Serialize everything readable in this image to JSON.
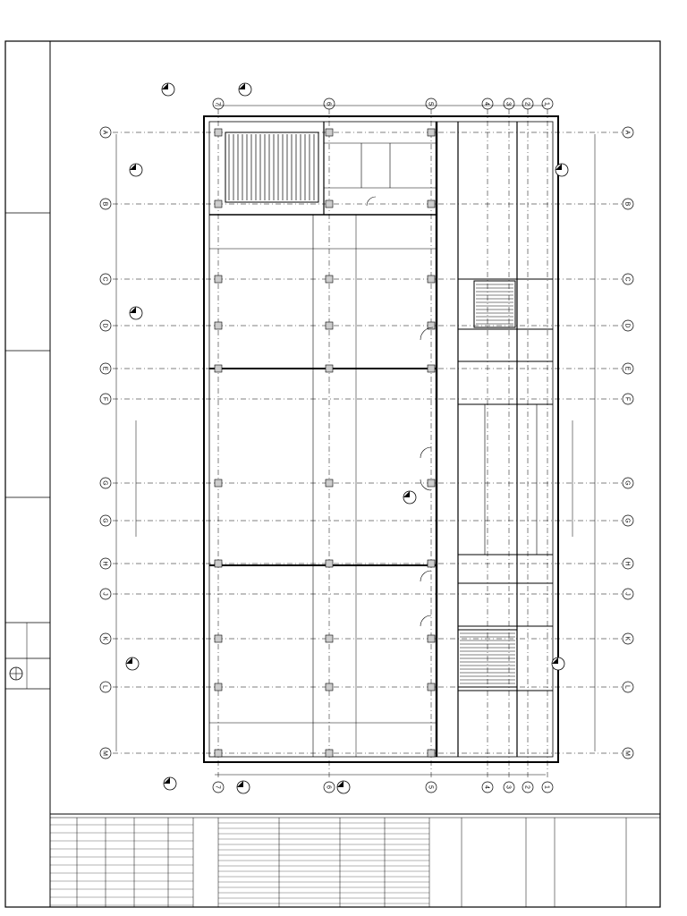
{
  "sheet": {
    "orientation": "landscape drawing shown rotated 90 degrees",
    "title_block": {
      "project": "",
      "client": "",
      "architect": "",
      "drawing_title": "",
      "drawing_title_2": "",
      "level_label": "",
      "scale": "",
      "date": "",
      "checked": "",
      "drawing_number": "",
      "revision": "",
      "copyright_note": ""
    }
  },
  "grids": {
    "letters": [
      "A",
      "B",
      "C",
      "D",
      "E",
      "F",
      "G",
      "G",
      "H",
      "J",
      "K",
      "L",
      "M"
    ],
    "numbers": [
      "7",
      "6",
      "5",
      "4",
      "3",
      "2",
      "1"
    ]
  },
  "colors": {
    "line": "#000000",
    "paper": "#ffffff",
    "hatch": "#000000"
  },
  "icons": [
    "north-arrow-icon",
    "section-marker-icon"
  ]
}
